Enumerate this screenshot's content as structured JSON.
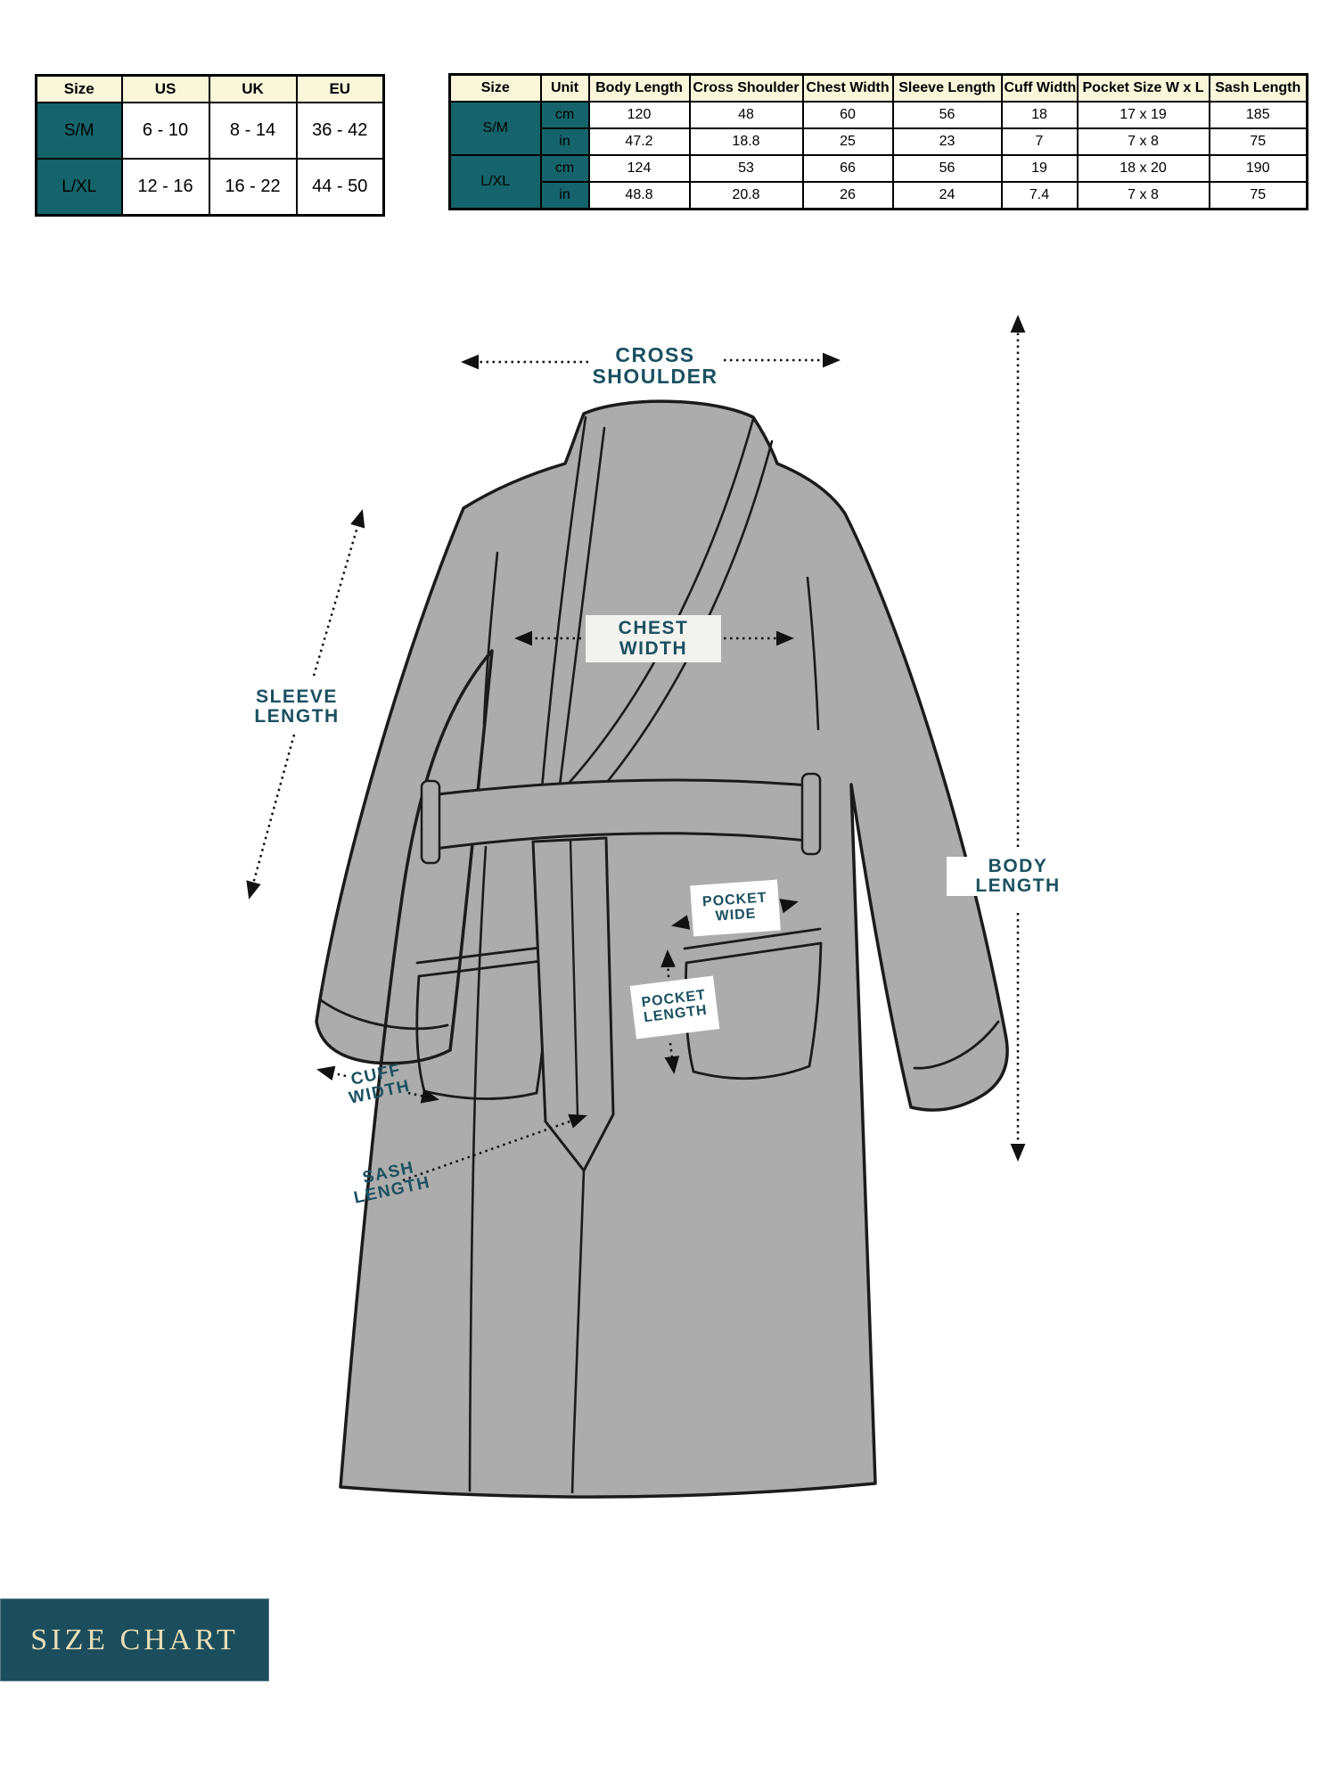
{
  "left_table": {
    "headers": [
      "Size",
      "US",
      "UK",
      "EU"
    ],
    "rows": [
      {
        "size": "S/M",
        "us": "6 - 10",
        "uk": "8 - 14",
        "eu": "36 - 42"
      },
      {
        "size": "L/XL",
        "us": "12 - 16",
        "uk": "16 - 22",
        "eu": "44 - 50"
      }
    ]
  },
  "right_table": {
    "headers": [
      "Size",
      "Unit",
      "Body Length",
      "Cross Shoulder",
      "Chest Width",
      "Sleeve Length",
      "Cuff Width",
      "Pocket Size W x L",
      "Sash Length"
    ],
    "rows": [
      {
        "size": "S/M",
        "unit": "cm",
        "body_length": "120",
        "cross_shoulder": "48",
        "chest_width": "60",
        "sleeve_length": "56",
        "cuff_width": "18",
        "pocket_size": "17 x 19",
        "sash_length": "185"
      },
      {
        "size": "",
        "unit": "in",
        "body_length": "47.2",
        "cross_shoulder": "18.8",
        "chest_width": "25",
        "sleeve_length": "23",
        "cuff_width": "7",
        "pocket_size": "7 x 8",
        "sash_length": "75"
      },
      {
        "size": "L/XL",
        "unit": "cm",
        "body_length": "124",
        "cross_shoulder": "53",
        "chest_width": "66",
        "sleeve_length": "56",
        "cuff_width": "19",
        "pocket_size": "18 x 20",
        "sash_length": "190"
      },
      {
        "size": "",
        "unit": "in",
        "body_length": "48.8",
        "cross_shoulder": "20.8",
        "chest_width": "26",
        "sleeve_length": "24",
        "cuff_width": "7.4",
        "pocket_size": "7 x 8",
        "sash_length": "75"
      }
    ]
  },
  "diagram": {
    "cross_shoulder": [
      "CROSS",
      "SHOULDER"
    ],
    "chest_width": [
      "CHEST",
      "WIDTH"
    ],
    "sleeve_length": [
      "SLEEVE",
      "LENGTH"
    ],
    "body_length": [
      "BODY",
      "LENGTH"
    ],
    "pocket_wide": [
      "POCKET",
      "WIDE"
    ],
    "pocket_length": [
      "POCKET",
      "LENGTH"
    ],
    "cuff_width": [
      "CUFF",
      "WIDTH"
    ],
    "sash_length": [
      "SASH",
      "LENGTH"
    ]
  },
  "footer": {
    "size_chart_label": "SIZE CHART"
  },
  "colors": {
    "teal_cell": "#15646B",
    "header_cream": "#FAF6DA",
    "annotation": "#1B5060",
    "banner_bg": "#1C4D5C",
    "banner_text": "#E9DFB6",
    "robe_gray": "#ACACAC",
    "ink": "#111111"
  }
}
